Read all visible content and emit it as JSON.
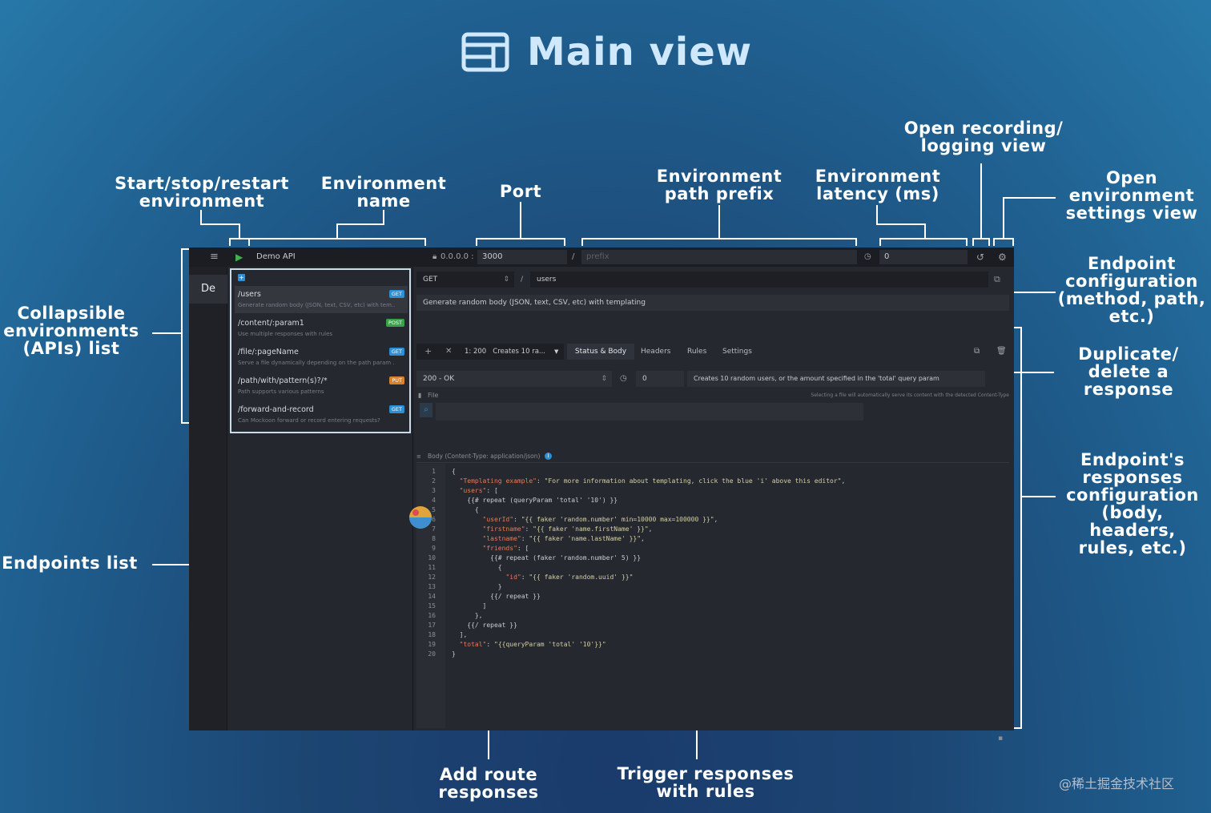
{
  "title": "Main view",
  "annotations": {
    "start_stop": "Start/stop/restart\nenvironment",
    "env_name": "Environment\nname",
    "port": "Port",
    "path_prefix": "Environment\npath prefix",
    "latency": "Environment\nlatency (ms)",
    "recording": "Open recording/\nlogging view",
    "settings_view": "Open\nenvironment\nsettings view",
    "endpoint_config": "Endpoint\nconfiguration\n(method, path,\netc.)",
    "duplicate_delete": "Duplicate/\ndelete a\nresponse",
    "responses_config": "Endpoint's\nresponses\nconfiguration\n(body, headers,\nrules, etc.)",
    "env_list": "Collapsible\nenvironments\n(APIs) list",
    "endpoints_list": "Endpoints list",
    "add_route": "Add route\nresponses",
    "trigger_rules": "Trigger responses\nwith rules"
  },
  "app": {
    "menu_icon": "hamburger-icon",
    "env_name": "Demo API",
    "hostname": "0.0.0.0 :",
    "port": "3000",
    "slash": "/",
    "prefix_placeholder": "prefix",
    "latency": "0",
    "env_short": "De",
    "endpoints": [
      {
        "path": "/users",
        "desc": "Generate random body (JSON, text, CSV, etc) with tem...",
        "method": "GET",
        "color": "#2d8fd5"
      },
      {
        "path": "/content/:param1",
        "desc": "Use multiple responses with rules",
        "method": "POST",
        "color": "#3aa14b"
      },
      {
        "path": "/file/:pageName",
        "desc": "Serve a file dynamically depending on the path param ...",
        "method": "GET",
        "color": "#2d8fd5"
      },
      {
        "path": "/path/with/pattern(s)?/*",
        "desc": "Path supports various patterns",
        "method": "PUT",
        "color": "#d9822b"
      },
      {
        "path": "/forward-and-record",
        "desc": "Can Mockoon forward or record entering requests?",
        "method": "GET",
        "color": "#2d8fd5"
      }
    ],
    "route": {
      "method": "GET",
      "slash": "/",
      "path": "users",
      "description": "Generate random body (JSON, text, CSV, etc) with templating"
    },
    "response": {
      "selector": "1: 200   Creates 10 ra...",
      "tabs": [
        "Status & Body",
        "Headers",
        "Rules",
        "Settings"
      ],
      "status": "200 - OK",
      "latency": "0",
      "description": "Creates 10 random users, or the amount specified in the 'total' query param",
      "file_label": "File",
      "file_hint": "Selecting a file will automatically serve its content with the detected Content-Type",
      "body_label": "Body (Content-Type: application/json)"
    },
    "code": [
      "{",
      "  \"Templating example\": \"For more information about templating, click the blue 'i' above this editor\",",
      "  \"users\": [",
      "    {{# repeat (queryParam 'total' '10') }}",
      "      {",
      "        \"userId\": \"{{ faker 'random.number' min=10000 max=100000 }}\",",
      "        \"firstname\": \"{{ faker 'name.firstName' }}\",",
      "        \"lastname\": \"{{ faker 'name.lastName' }}\",",
      "        \"friends\": [",
      "          {{# repeat (faker 'random.number' 5) }}",
      "            {",
      "              \"id\": \"{{ faker 'random.uuid' }}\"",
      "            }",
      "          {{/ repeat }}",
      "        ]",
      "      },",
      "    {{/ repeat }}",
      "  ],",
      "  \"total\": \"{{queryParam 'total' '10'}}\"",
      "}"
    ]
  },
  "watermark": "@稀土掘金技术社区"
}
